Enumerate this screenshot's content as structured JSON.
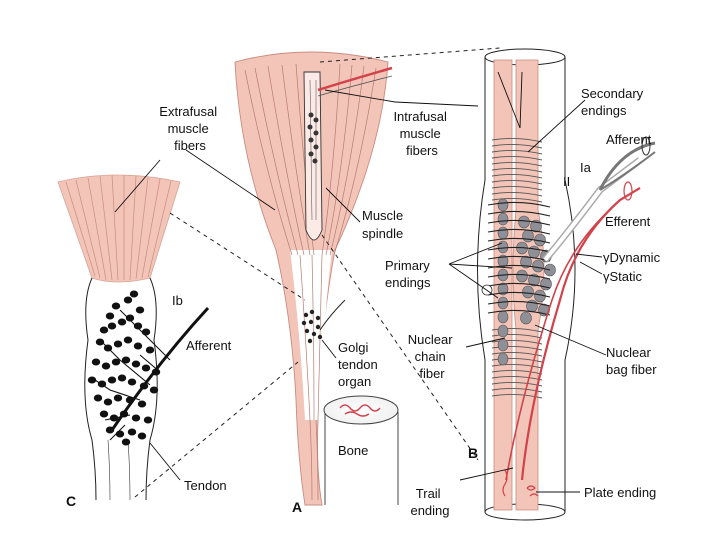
{
  "panels": {
    "a": "A",
    "b": "B",
    "c": "C"
  },
  "labels": {
    "extrafusal": [
      "Extrafusal",
      "muscle",
      "fibers"
    ],
    "intrafusal": [
      "Intrafusal",
      "muscle",
      "fibers"
    ],
    "secondary": [
      "Secondary",
      "endings"
    ],
    "afferent_b": "Afferent",
    "ia": "Ia",
    "ii": "II",
    "efferent": "Efferent",
    "gamma_dynamic": "γDynamic",
    "gamma_static": "γStatic",
    "primary": [
      "Primary",
      "endings"
    ],
    "muscle_spindle": [
      "Muscle",
      "spindle"
    ],
    "ib": "Ib",
    "afferent_c": "Afferent",
    "golgi": [
      "Golgi",
      "tendon",
      "organ"
    ],
    "nuclear_chain": [
      "Nuclear",
      "chain",
      "fiber"
    ],
    "nuclear_bag": [
      "Nuclear",
      "bag fiber"
    ],
    "bone": "Bone",
    "tendon": "Tendon",
    "trail": [
      "Trail",
      "ending"
    ],
    "plate": "Plate ending"
  },
  "colors": {
    "muscle": "#f3c4b8",
    "muscle_light": "#f9ddd5",
    "fiber_line": "#c98c80",
    "nerve_red": "#d2424a",
    "nucleus": "#8f8f97",
    "ink": "#111111"
  }
}
